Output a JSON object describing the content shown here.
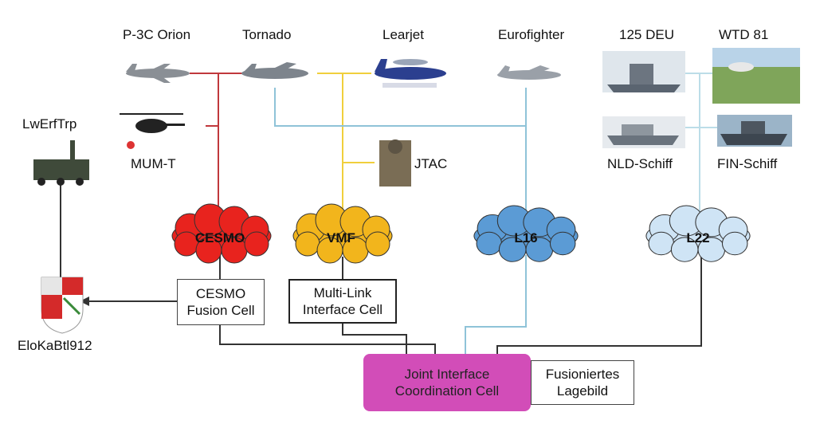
{
  "platforms": {
    "p3c": "P-3C Orion",
    "tornado": "Tornado",
    "learjet": "Learjet",
    "eurofighter": "Eurofighter",
    "deu125": "125 DEU",
    "wtd81": "WTD 81",
    "lwerftrp": "LwErfTrp",
    "mumt": "MUM-T",
    "jtac": "JTAC",
    "nld": "NLD-Schiff",
    "fin": "FIN-Schiff",
    "elokabtl": "EloKaBtl912"
  },
  "networks": {
    "cesmo": "CESMO",
    "vmf": "VMF",
    "l16": "L16",
    "l22": "L22"
  },
  "cells": {
    "cesmo_fusion": [
      "CESMO",
      "Fusion Cell"
    ],
    "multilink": [
      "Multi-Link",
      "Interface Cell"
    ],
    "jicc": [
      "Joint Interface",
      "Coordination Cell"
    ],
    "fusion_picture": [
      "Fusioniertes",
      "Lagebild"
    ]
  },
  "colors": {
    "cesmo": "#e8231e",
    "vmf": "#f2b51c",
    "l16": "#5b9bd5",
    "l22": "#cfe4f5",
    "cesmo_line": "#c0383c",
    "vmf_line": "#f0cf3c",
    "l16_line": "#8fc3d8",
    "l22_line": "#bcdde8",
    "jicc": "#d24db8"
  }
}
